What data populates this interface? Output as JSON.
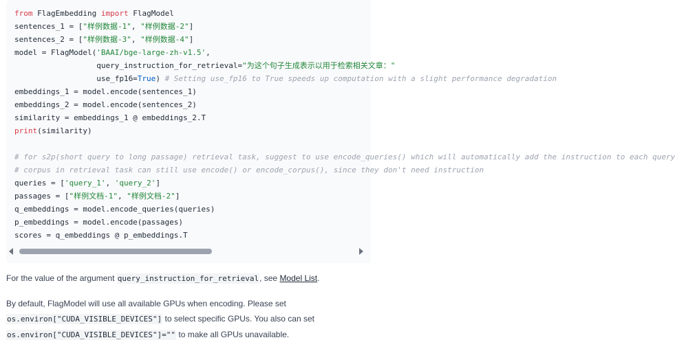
{
  "code": {
    "kw_from": "from",
    "mod": " FlagEmbedding ",
    "kw_import": "import",
    "cls": " FlagModel",
    "l2_a": "sentences_1 = [",
    "l2_s1": "\"样例数据-1\"",
    "l2_sep": ", ",
    "l2_s2": "\"样例数据-2\"",
    "l2_end": "]",
    "l3_a": "sentences_2 = [",
    "l3_s1": "\"样例数据-3\"",
    "l3_sep": ", ",
    "l3_s2": "\"样例数据-4\"",
    "l3_end": "]",
    "l4_a": "model = FlagModel(",
    "l4_s": "'BAAI/bge-large-zh-v1.5'",
    "l4_end": ",",
    "l5_a": "                  query_instruction_for_retrieval=",
    "l5_s": "\"为这个句子生成表示以用于检索相关文章：\"",
    "l6_a": "                  use_fp16=",
    "l6_b": "True",
    "l6_c": ") ",
    "l6_cm": "# Setting use_fp16 to True speeds up computation with a slight performance degradation",
    "l7": "embeddings_1 = model.encode(sentences_1)",
    "l8": "embeddings_2 = model.encode(sentences_2)",
    "l9": "similarity = embeddings_1 @ embeddings_2.T",
    "l10_fn": "print",
    "l10_rest": "(similarity)",
    "l12_cm": "# for s2p(short query to long passage) retrieval task, suggest to use encode_queries() which will automatically add the instruction to each query",
    "l13_cm": "# corpus in retrieval task can still use encode() or encode_corpus(), since they don't need instruction",
    "l14_a": "queries = [",
    "l14_s1": "'query_1'",
    "l14_sep": ", ",
    "l14_s2": "'query_2'",
    "l14_end": "]",
    "l15_a": "passages = [",
    "l15_s1": "\"样例文档-1\"",
    "l15_sep": ", ",
    "l15_s2": "\"样例文档-2\"",
    "l15_end": "]",
    "l16": "q_embeddings = model.encode_queries(queries)",
    "l17": "p_embeddings = model.encode(passages)",
    "l18": "scores = q_embeddings @ p_embeddings.T"
  },
  "scrollbar": {
    "thumb_fraction": 0.53,
    "position": 0.0
  },
  "text": {
    "p1_a": "For the value of the argument ",
    "p1_code": "query_instruction_for_retrieval",
    "p1_b": ", see ",
    "p1_link": "Model List",
    "p1_c": ".",
    "p2_a": "By default, FlagModel will use all available GPUs when encoding. Please set",
    "p2_code1": "os.environ[\"CUDA_VISIBLE_DEVICES\"]",
    "p2_b": " to select specific GPUs. You also can set",
    "p2_code2": "os.environ[\"CUDA_VISIBLE_DEVICES\"]=\"\"",
    "p2_c": " to make all GPUs unavailable."
  },
  "colors": {
    "keyword": "#d73a49",
    "string": "#22863a",
    "builtin": "#005cc5",
    "comment": "#9ca3af",
    "code_bg": "#f9fafb"
  }
}
